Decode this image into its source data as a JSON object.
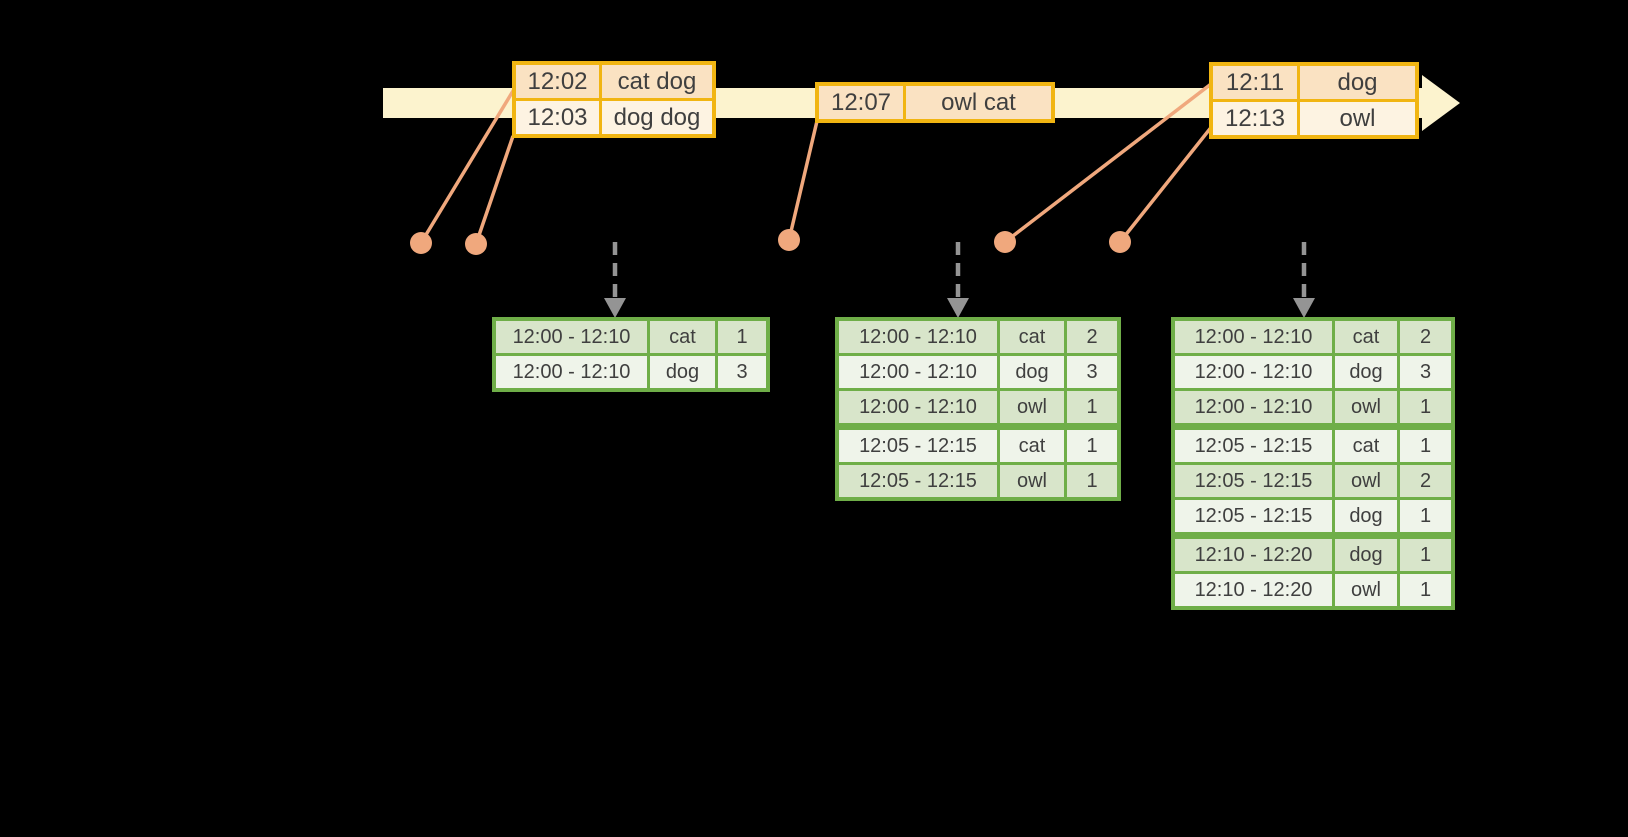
{
  "palette": {
    "background": "#000000",
    "timeline_band": "#FCF3CE",
    "event_border": "#F1B512",
    "event_row_dark": "#FAE2C2",
    "event_row_light": "#FDF3E2",
    "connector_salmon": "#F0A87D",
    "result_border": "#6FAE48",
    "result_row_dark": "#D8E5CA",
    "result_row_light": "#EFF4EA",
    "trigger_gray": "#949494",
    "text": "#3F3F3F"
  },
  "icons": {
    "timeline_arrow": "right-block-arrow",
    "event_marker": "dot",
    "trigger_arrow": "dashed-down-arrow"
  },
  "event_tables": [
    {
      "rows": [
        {
          "time": "12:02",
          "words": "cat dog"
        },
        {
          "time": "12:03",
          "words": "dog dog"
        }
      ]
    },
    {
      "rows": [
        {
          "time": "12:07",
          "words": "owl cat"
        }
      ]
    },
    {
      "rows": [
        {
          "time": "12:11",
          "words": "dog"
        },
        {
          "time": "12:13",
          "words": "owl"
        }
      ]
    }
  ],
  "result_tables": [
    {
      "rows": [
        {
          "window": "12:00 - 12:10",
          "word": "cat",
          "count": "1"
        },
        {
          "window": "12:00 - 12:10",
          "word": "dog",
          "count": "3"
        }
      ]
    },
    {
      "rows": [
        {
          "window": "12:00 - 12:10",
          "word": "cat",
          "count": "2"
        },
        {
          "window": "12:00 - 12:10",
          "word": "dog",
          "count": "3"
        },
        {
          "window": "12:00 - 12:10",
          "word": "owl",
          "count": "1"
        },
        {
          "window": "12:05 - 12:15",
          "word": "cat",
          "count": "1"
        },
        {
          "window": "12:05 - 12:15",
          "word": "owl",
          "count": "1"
        }
      ]
    },
    {
      "rows": [
        {
          "window": "12:00 - 12:10",
          "word": "cat",
          "count": "2"
        },
        {
          "window": "12:00 - 12:10",
          "word": "dog",
          "count": "3"
        },
        {
          "window": "12:00 - 12:10",
          "word": "owl",
          "count": "1"
        },
        {
          "window": "12:05 - 12:15",
          "word": "cat",
          "count": "1"
        },
        {
          "window": "12:05 - 12:15",
          "word": "owl",
          "count": "2"
        },
        {
          "window": "12:05 - 12:15",
          "word": "dog",
          "count": "1"
        },
        {
          "window": "12:10 - 12:20",
          "word": "dog",
          "count": "1"
        },
        {
          "window": "12:10 - 12:20",
          "word": "owl",
          "count": "1"
        }
      ]
    }
  ]
}
